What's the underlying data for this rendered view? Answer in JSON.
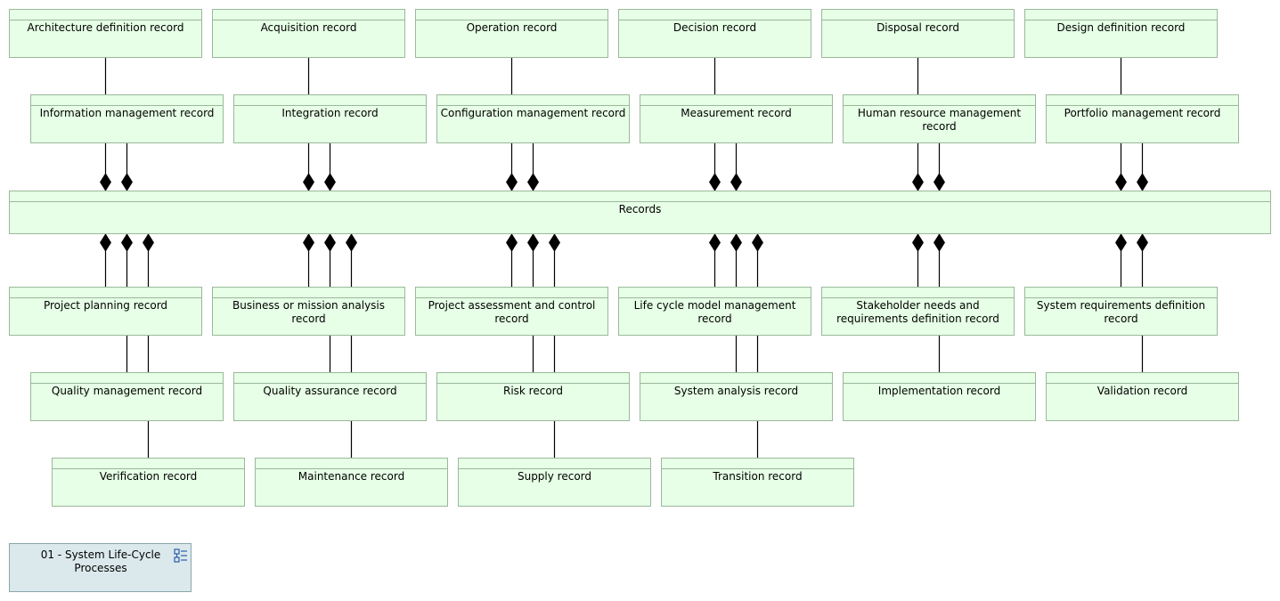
{
  "diagram": {
    "central": "Records",
    "top_row_1": [
      "Architecture definition record",
      "Acquisition record",
      "Operation record",
      "Decision record",
      "Disposal record",
      "Design definition record"
    ],
    "top_row_2": [
      "Information management record",
      "Integration record",
      "Configuration management record",
      "Measurement record",
      "Human resource management record",
      "Portfolio management record"
    ],
    "bottom_row_1": [
      "Project planning record",
      "Business or mission analysis record",
      "Project assessment and control record",
      "Life cycle model management record",
      "Stakeholder needs and requirements definition record",
      "System requirements definition record"
    ],
    "bottom_row_2": [
      "Quality management record",
      "Quality assurance record",
      "Risk record",
      "System analysis record",
      "Implementation record",
      "Validation record"
    ],
    "bottom_row_3": [
      "Verification record",
      "Maintenance record",
      "Supply record",
      "Transition record"
    ],
    "package": {
      "label": "01 - System Life-Cycle Processes",
      "icon": "package-diagram-icon"
    },
    "colors": {
      "block_fill": "#e6ffe6",
      "block_border": "#9bb89b",
      "package_fill": "#dbe9ec",
      "line": "#000000"
    },
    "relationship": "composition"
  }
}
